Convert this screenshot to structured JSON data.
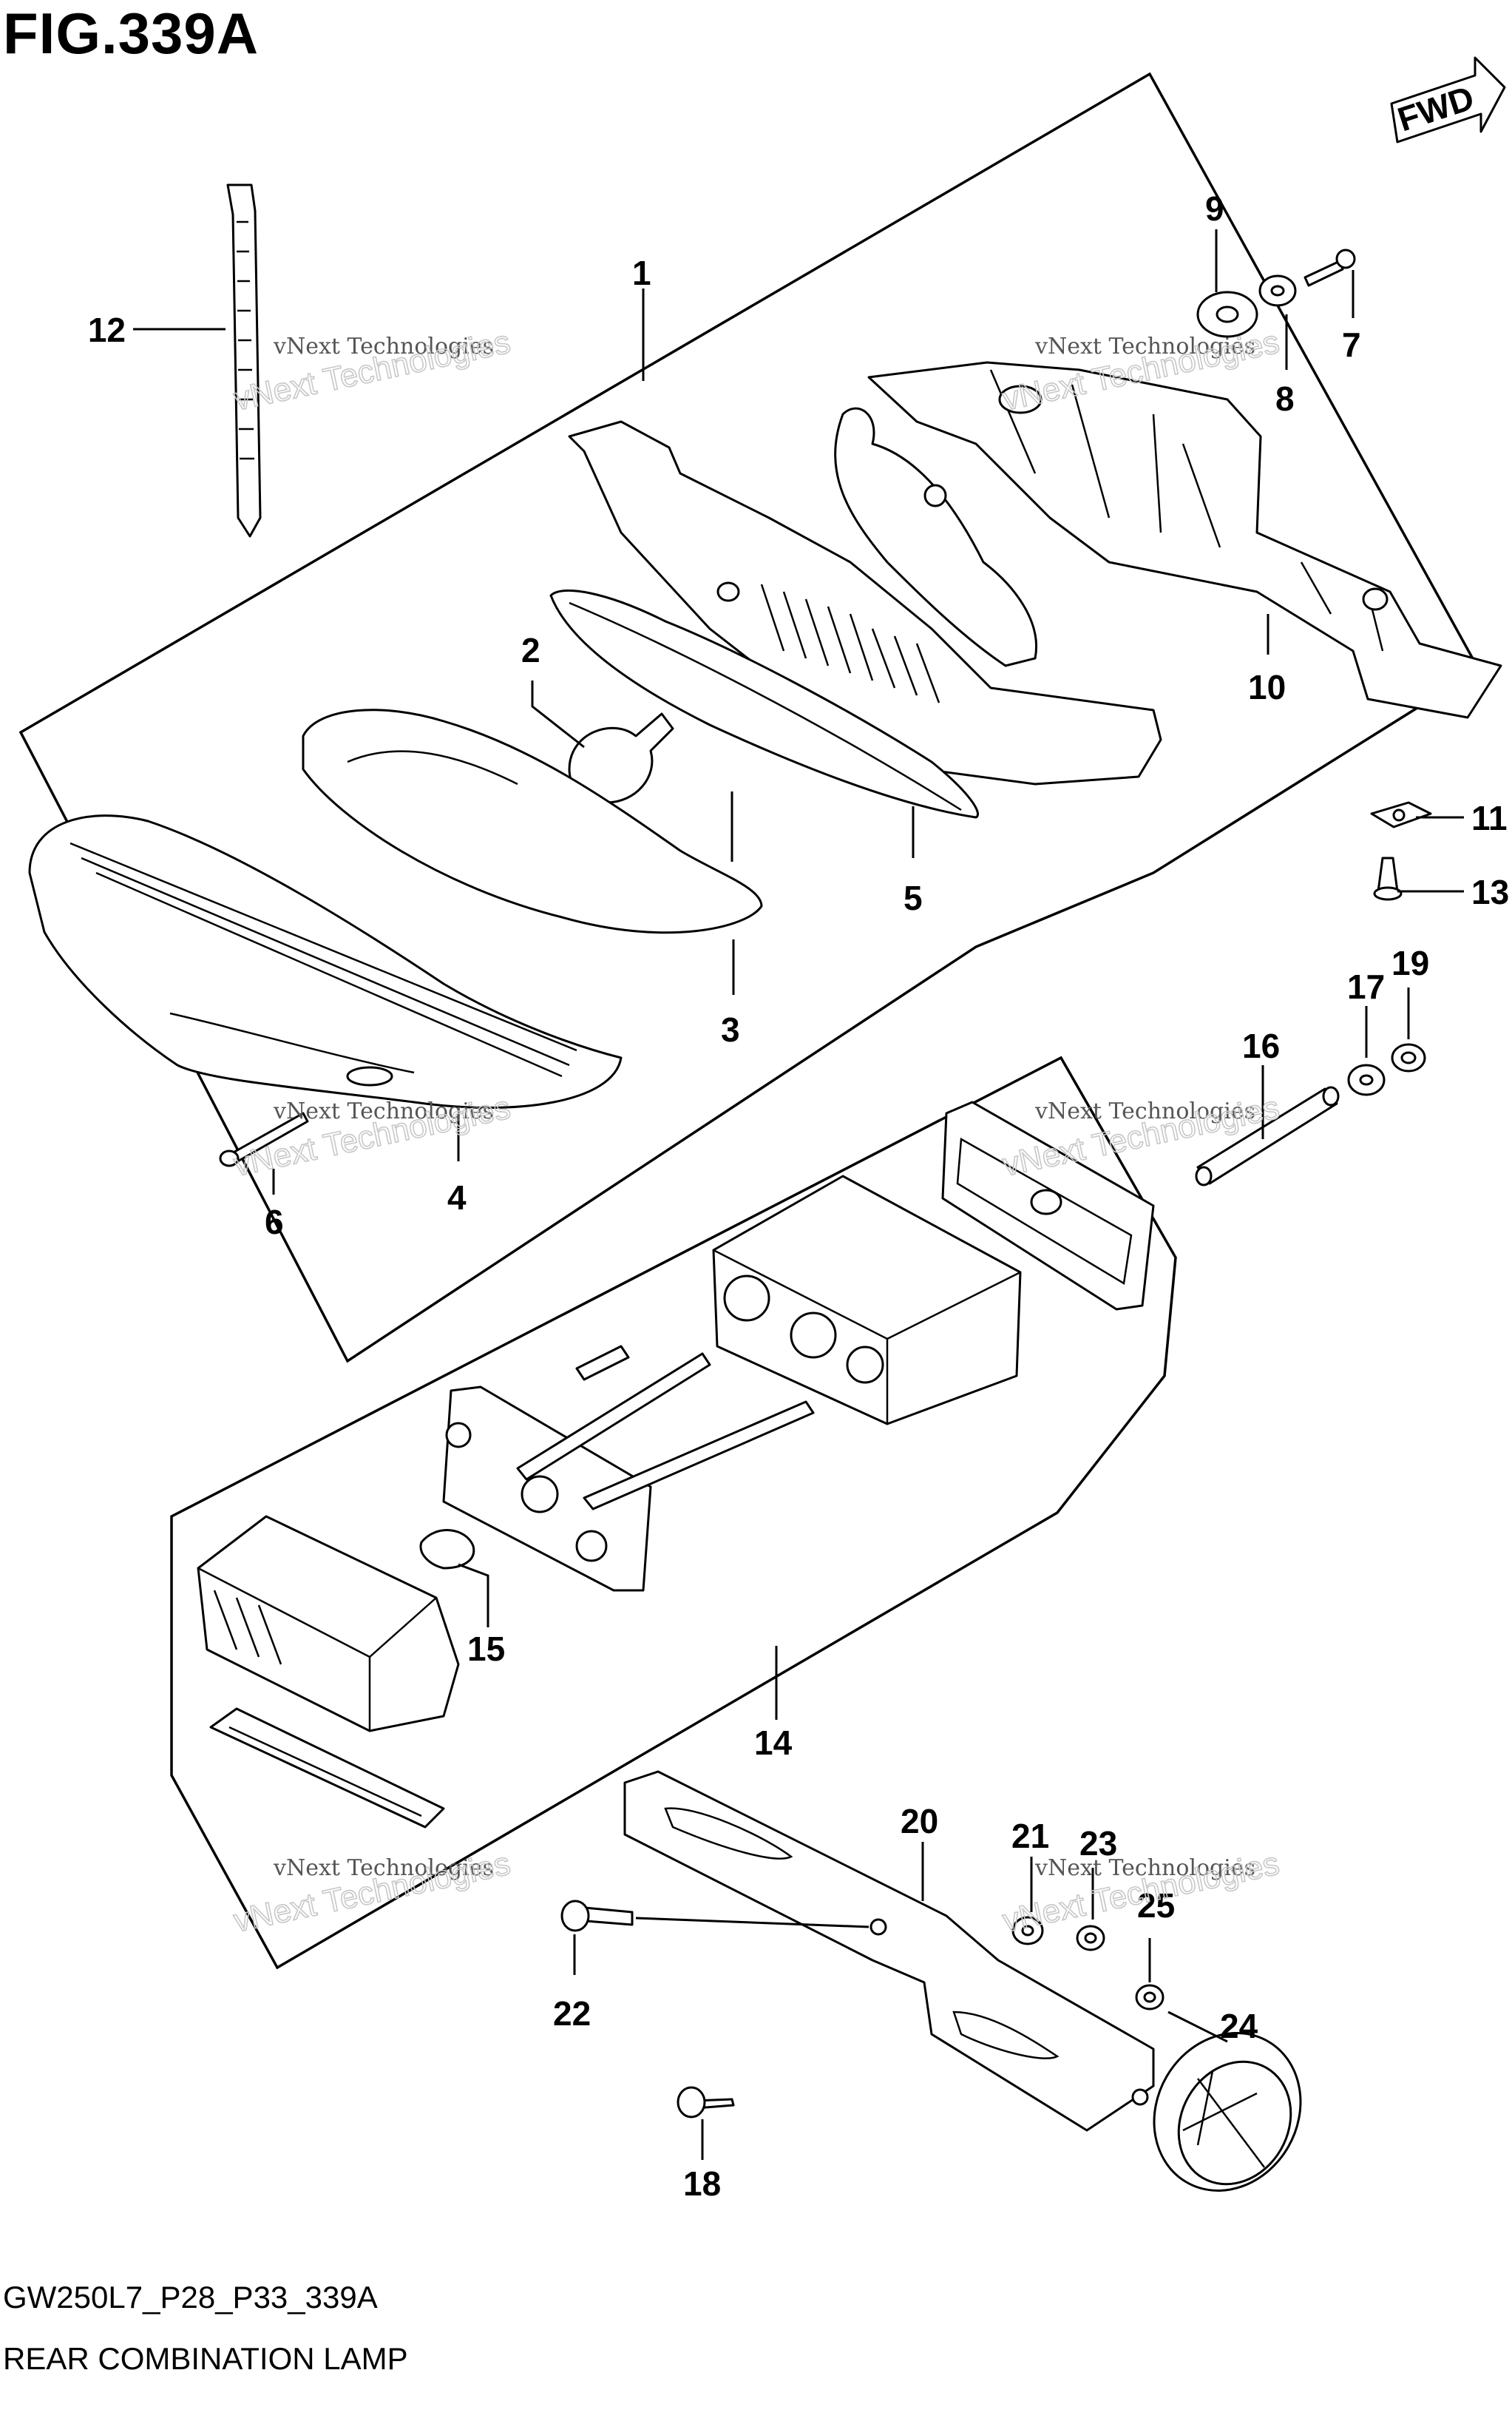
{
  "figure": {
    "title": "FIG.339A",
    "fwd_label": "FWD",
    "model_code": "GW250L7_P28_P33_339A",
    "section_name": "REAR COMBINATION LAMP"
  },
  "watermark": {
    "line1": "vNext Technologies",
    "line2": "vNext Technologies"
  },
  "callouts": {
    "c1": "1",
    "c2": "2",
    "c3": "3",
    "c4": "4",
    "c5": "5",
    "c6": "6",
    "c7": "7",
    "c8": "8",
    "c9": "9",
    "c10": "10",
    "c11": "11",
    "c12": "12",
    "c13": "13",
    "c14": "14",
    "c15": "15",
    "c16": "16",
    "c17": "17",
    "c18": "18",
    "c19": "19",
    "c20": "20",
    "c21": "21",
    "c22": "22",
    "c23": "23",
    "c24": "24",
    "c25": "25"
  }
}
